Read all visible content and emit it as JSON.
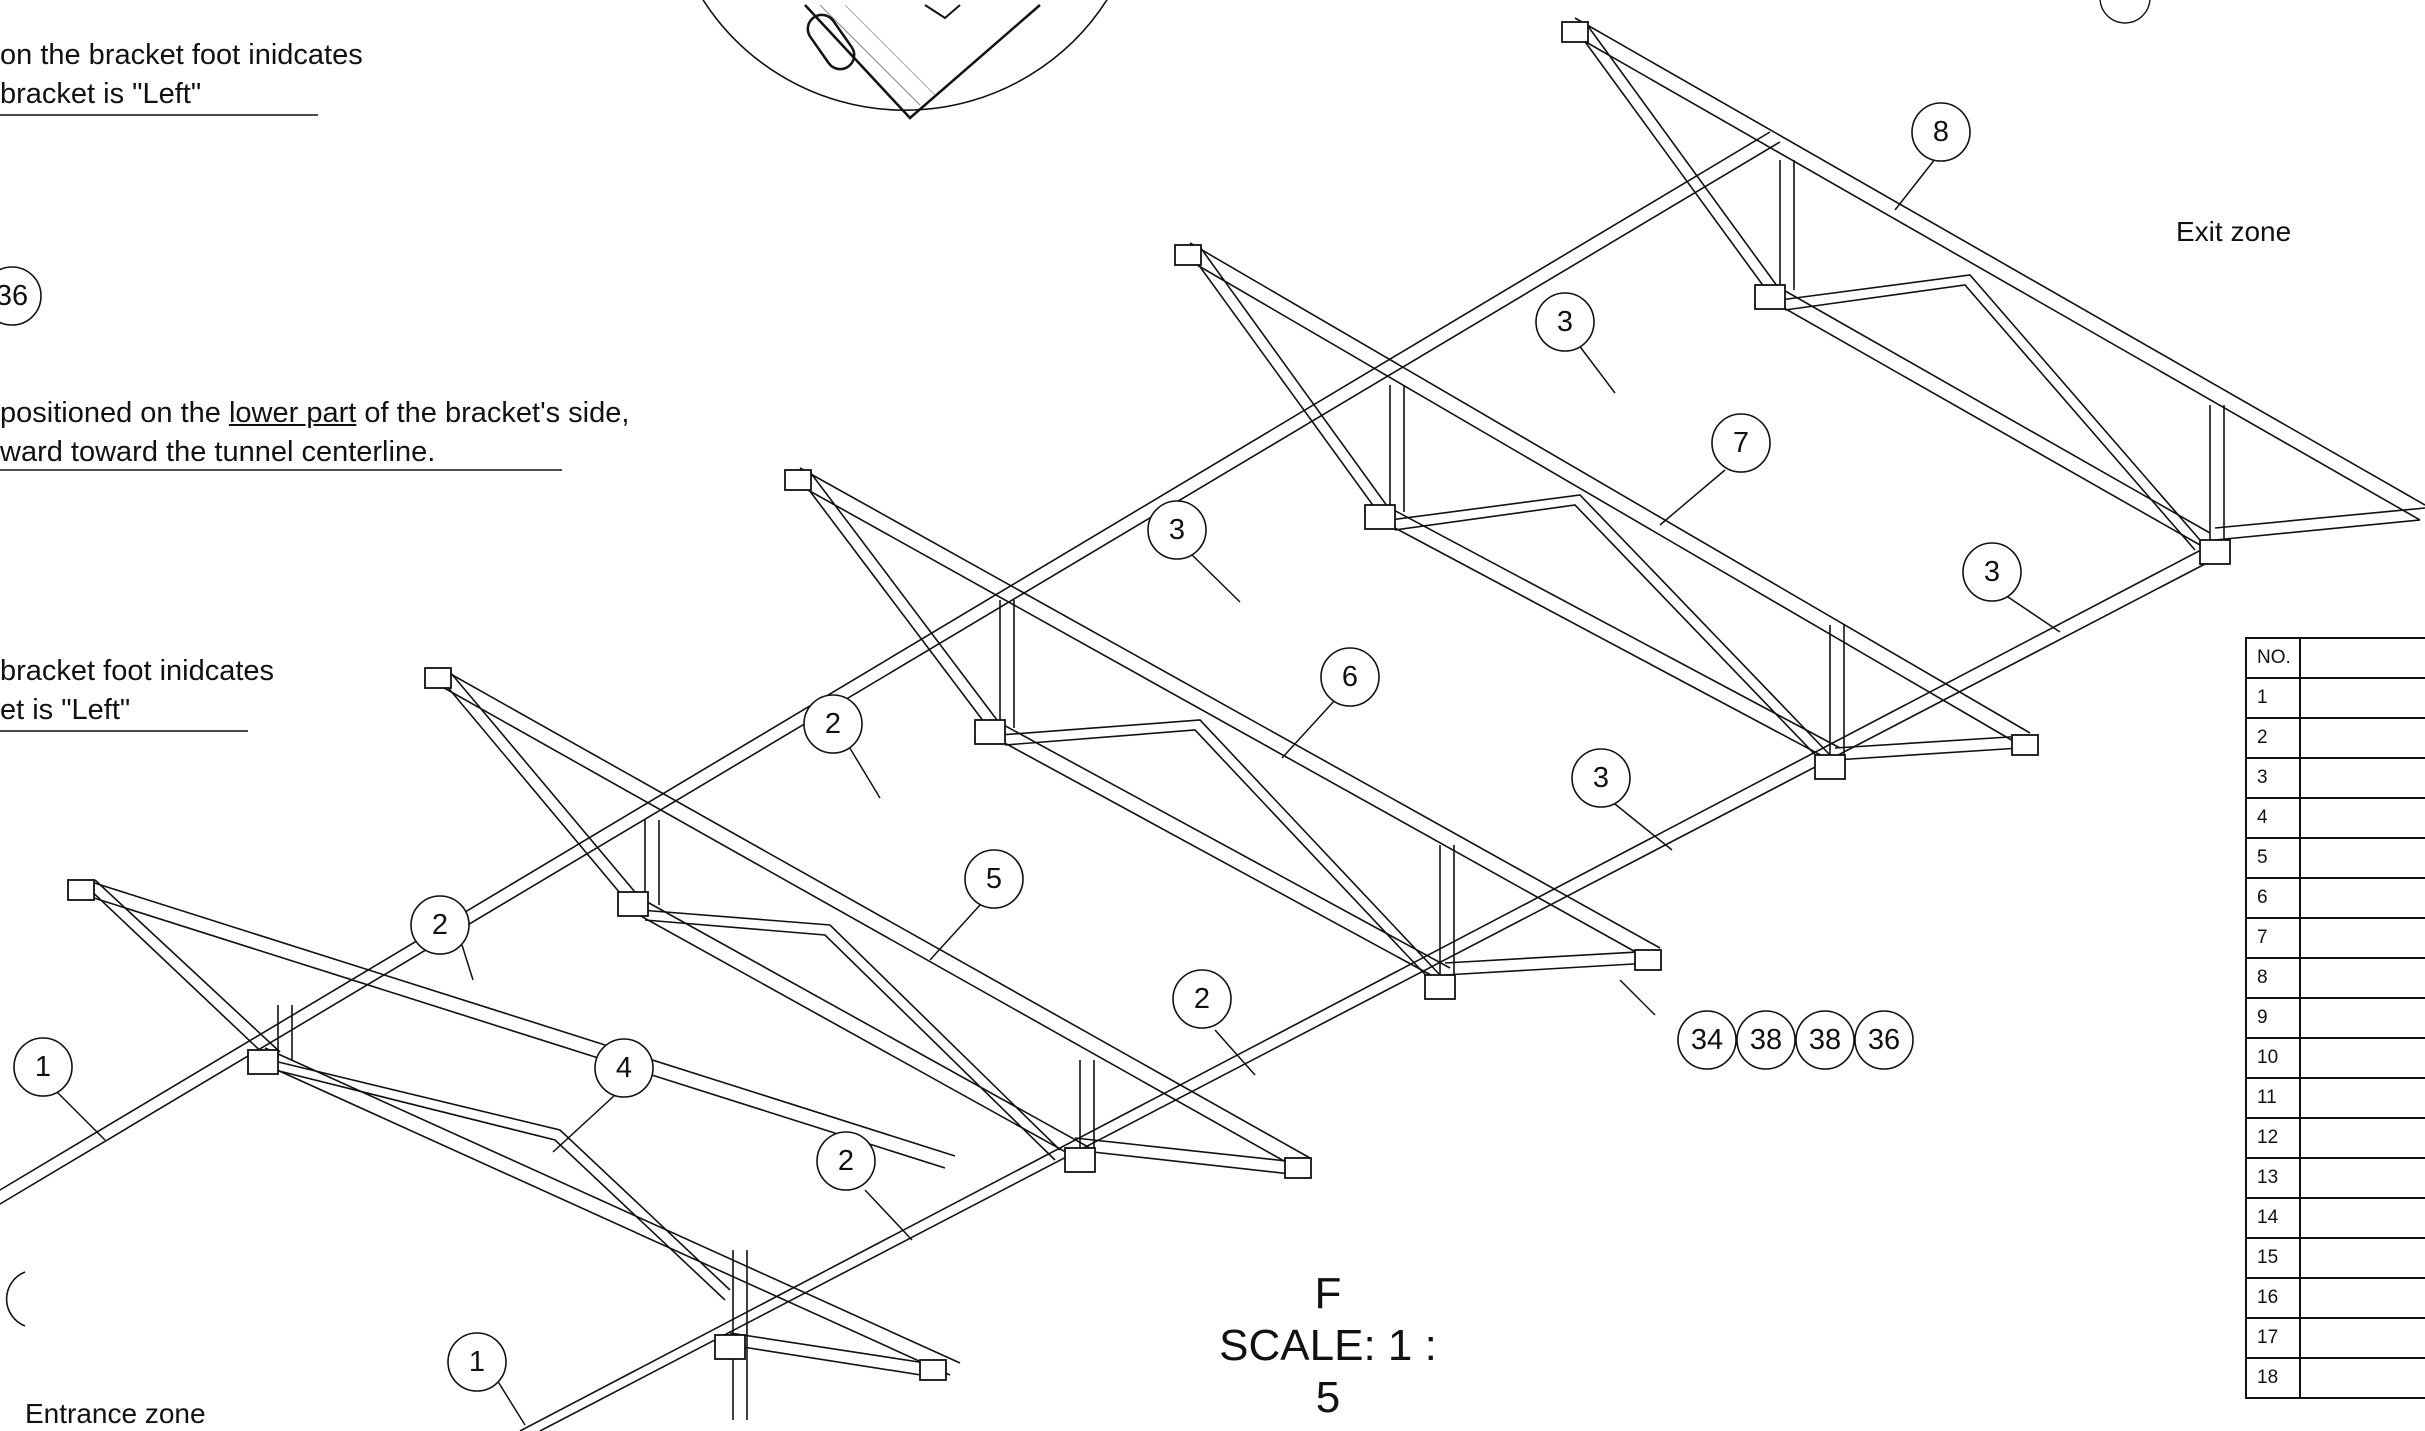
{
  "notes": [
    {
      "id": "note-1",
      "lines": [
        "on the bracket foot inidcates",
        "bracket is \"Left\""
      ]
    },
    {
      "id": "note-2",
      "lines_before_underline": "positioned on the ",
      "underlined": "lower part",
      "lines_after_underline": " of the bracket's side,",
      "line2": "ward toward the tunnel centerline."
    },
    {
      "id": "note-3",
      "lines": [
        "bracket foot inidcates",
        "et is \"Left\""
      ]
    }
  ],
  "zones": {
    "exit": "Exit zone",
    "entrance": "Entrance zone"
  },
  "view": {
    "letter": "F",
    "scale": "SCALE: 1 : 5"
  },
  "balloons": [
    "36",
    "8",
    "3",
    "7",
    "3",
    "3",
    "6",
    "2",
    "3",
    "5",
    "2",
    "2",
    "1",
    "4",
    "34",
    "38",
    "38",
    "36",
    "2",
    "1"
  ],
  "bom": {
    "header": "NO.",
    "rows": [
      "1",
      "2",
      "3",
      "4",
      "5",
      "6",
      "7",
      "8",
      "9",
      "10",
      "11",
      "12",
      "13",
      "14",
      "15",
      "16",
      "17",
      "18"
    ]
  },
  "colors": {
    "line": "#111111",
    "member_fill": "#f4f4f4",
    "background": "#ffffff"
  }
}
